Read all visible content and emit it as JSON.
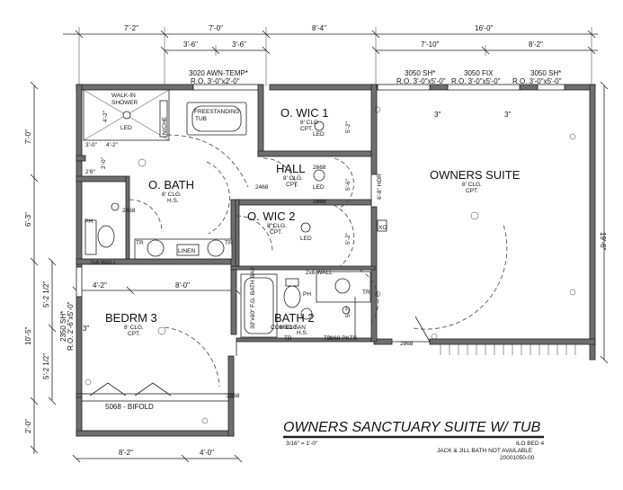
{
  "title": {
    "main": "OWNERS SANCTUARY SUITE W/ TUB",
    "scale": "3/16\" = 1'-0\"",
    "ref": "ILO BED 4",
    "note": "JACK & JILL BATH NOT AVAILABLE",
    "code": "20001050-00"
  },
  "dims": {
    "top_7_2": "7'-2\"",
    "top_7_0": "7'-0\"",
    "top_8_4": "8'-4\"",
    "top_16_0": "16'-0\"",
    "top_3_6a": "3'-6\"",
    "top_3_6b": "3'-6\"",
    "top_7_10": "7'-10\"",
    "top_8_2": "8'-2\"",
    "left_7_0": "7'-0\"",
    "left_6_3": "6'-3\"",
    "left_10_5": "10'-5\"",
    "left_2_0": "2'-0\"",
    "left_5_2a": "5'-2 1/2\"",
    "left_5_2b": "5'-2 1/2\"",
    "right_19_6": "19'-6\"",
    "bot_8_2": "8'-2\"",
    "bot_4_0": "4'-0\"",
    "in_4_2a": "4'-2\"",
    "in_4_2b": "4'-2\"",
    "in_3_0": "3'-0\"",
    "in_2_0": "2'-0\"",
    "in_2_6": "2'6\"",
    "in_4_2c": "4'-2\"",
    "in_8_0": "8'-0\"",
    "in_5_2a": "5'-2\"",
    "in_5_6": "5'-6\"",
    "in_5_2b": "5'-2\"",
    "in_6_8": "6'-8\" HDR",
    "in_5_2c": "5'-2\""
  },
  "windows": {
    "w1": "3020 AWN-TEMP*",
    "w1ro": "R.O. 3'-0\"x2'-0\"",
    "w2": "3050 SH*",
    "w2ro": "R.O. 3'-0\"x5'-0\"",
    "w3": "3050 FIX",
    "w3ro": "R.O. 3'-0\"x5'-0\"",
    "w4": "3050 SH*",
    "w4ro": "R.O. 3'-0\"x5'-0\"",
    "w5": "2350 SH*",
    "w5ro": "R.O. 2'-6\"x5'-0\"",
    "tm1": "3\"",
    "tm2": "3\"",
    "tm3": "3\""
  },
  "rooms": {
    "owners_suite": {
      "name": "OWNERS SUITE",
      "sub1": "8' CLG.",
      "sub2": "CPT."
    },
    "o_bath": {
      "name": "O. BATH",
      "sub1": "8' CLG.",
      "sub2": "H.S."
    },
    "o_wic_1": {
      "name": "O. WIC 1",
      "sub1": "8' CLG.",
      "sub2": "CPT."
    },
    "o_wic_2": {
      "name": "O. WIC 2",
      "sub1": "8' CLG.",
      "sub2": "CPT."
    },
    "hall": {
      "name": "HALL",
      "sub1": "8' CLG.",
      "sub2": "CPT."
    },
    "bath_2": {
      "name": "BATH 2",
      "sub1": "8' CLG.",
      "sub2": "H.S."
    },
    "bedrm_3": {
      "name": "BEDRM 3",
      "sub1": "8' CLG.",
      "sub2": "CPT."
    }
  },
  "labels": {
    "walk_in": "WALK-IN",
    "shower": "SHOWER",
    "freestanding": "FREESTANDING",
    "tub": "TUB",
    "niche": "NICHE",
    "led": "LED",
    "ph": "PH",
    "tr": "TR",
    "linen": "LINEN",
    "wall_2x6": "2x6 WALL",
    "bath_bay": "30\"x60\" F.G. BATH BAY",
    "combo_fan": "COMBO FAN",
    "tb": "TB",
    "bifold": "5068 - BIFOLD",
    "xo": "XO",
    "door_2468a": "2468",
    "door_2468b": "2468",
    "door_2668a": "2668",
    "door_2668b": "2668",
    "door_2868a": "2868",
    "door_2868b": "2868",
    "door_2868c": "2868 PKTS"
  }
}
